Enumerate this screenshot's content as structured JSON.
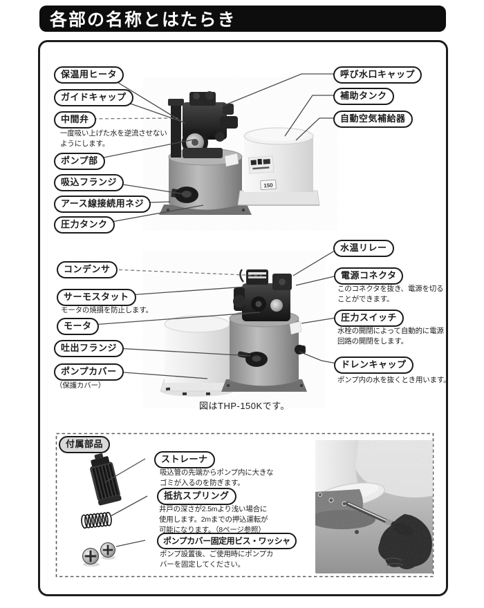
{
  "page": {
    "title": "各部の名称とはたらき",
    "model_caption": "図はTHP-150Kです。",
    "tank_badge": "150"
  },
  "top": {
    "left": [
      {
        "label": "保温用ヒータ"
      },
      {
        "label": "ガイドキャップ"
      },
      {
        "label": "中間弁",
        "desc": "一度吸い上げた水を逆流させない\nようにします。"
      },
      {
        "label": "ポンプ部"
      },
      {
        "label": "吸込フランジ"
      },
      {
        "label": "アース線接続用ネジ"
      },
      {
        "label": "圧力タンク"
      }
    ],
    "right": [
      {
        "label": "呼び水口キャップ"
      },
      {
        "label": "補助タンク"
      },
      {
        "label": "自動空気補給器"
      }
    ]
  },
  "middle": {
    "left": [
      {
        "label": "コンデンサ"
      },
      {
        "label": "サーモスタット",
        "desc": "モータの焼損を防止します。"
      },
      {
        "label": "モータ"
      },
      {
        "label": "吐出フランジ"
      },
      {
        "label": "ポンプカバー",
        "desc": "（保護カバー）"
      }
    ],
    "right": [
      {
        "label": "水温リレー"
      },
      {
        "label": "電源コネクタ",
        "desc": "このコネクタを抜き、電源を切る\nことができます。"
      },
      {
        "label": "圧力スイッチ",
        "desc": "水栓の開閉によって自動的に電源\n回路の開閉をします。"
      },
      {
        "label": "ドレンキャップ",
        "desc": "ポンプ内の水を抜くとき用います。"
      }
    ]
  },
  "accessories": {
    "title": "付属部品",
    "items": [
      {
        "label": "ストレーナ",
        "desc": "吸込管の先端からポンプ内に大きな\nゴミが入るのを防ぎます。"
      },
      {
        "label": "抵抗スプリング",
        "desc": "井戸の深さが2.5mより浅い場合に\n使用します。2mまでの押込運転が\n可能になります。（8ページ参照）"
      },
      {
        "label": "ポンプカバー固定用ビス・ワッシャ",
        "desc": "ポンプ設置後、ご使用時にポンプカ\nバーを固定してください。"
      }
    ]
  },
  "colors": {
    "header_bg": "#0d0d0d",
    "pill_border": "#1a1a1a",
    "callout_line": "#4a4a4a",
    "accessory_pill_bg": "#d9d9d9"
  }
}
